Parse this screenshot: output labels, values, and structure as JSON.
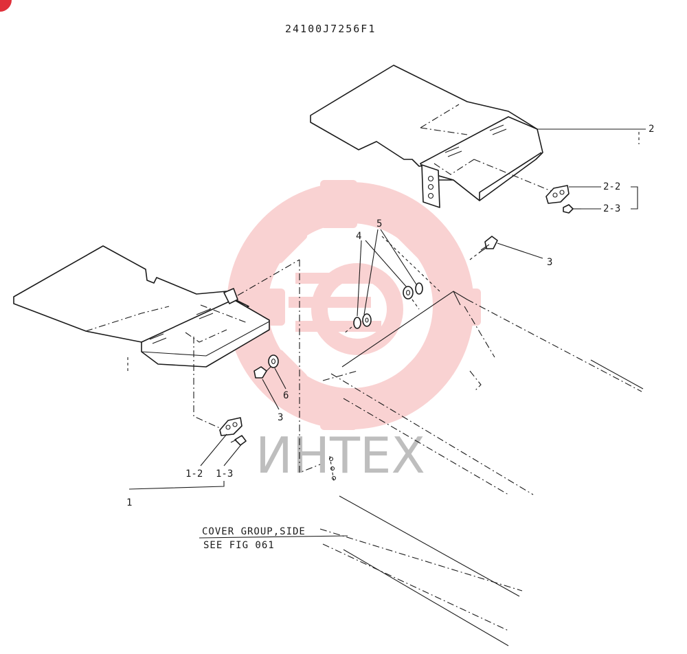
{
  "title": "24100J7256F1",
  "watermark": {
    "text": "ИНТЕХ",
    "color": "#f08080"
  },
  "corner_badge_color": "#e0303a",
  "callouts": {
    "c1": "1",
    "c1_2": "1-2",
    "c1_3": "1-3",
    "c2": "2",
    "c2_2": "2-2",
    "c2_3": "2-3",
    "c3_right": "3",
    "c3_left": "3",
    "c4": "4",
    "c5": "5",
    "c6": "6"
  },
  "reference": {
    "line1": "COVER GROUP,SIDE",
    "line2": "SEE FIG 061"
  }
}
